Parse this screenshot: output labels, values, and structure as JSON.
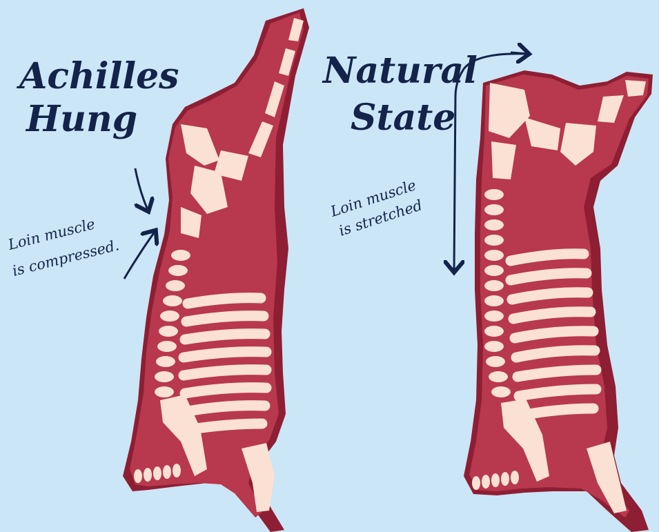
{
  "left_carcass": {
    "title_line1": "Achilles",
    "title_line2": "Hung",
    "note_line1": "Loin muscle",
    "note_line2": "is compressed."
  },
  "right_carcass": {
    "title_line1": "Natural",
    "title_line2": "State",
    "note_line1": "Loin muscle",
    "note_line2": "is stretched"
  },
  "colors": {
    "background": "#cbe6f6",
    "meat": "#b8384e",
    "meat_shadow": "#8e1e33",
    "bone": "#fbe1d3",
    "ink": "#13234a"
  }
}
